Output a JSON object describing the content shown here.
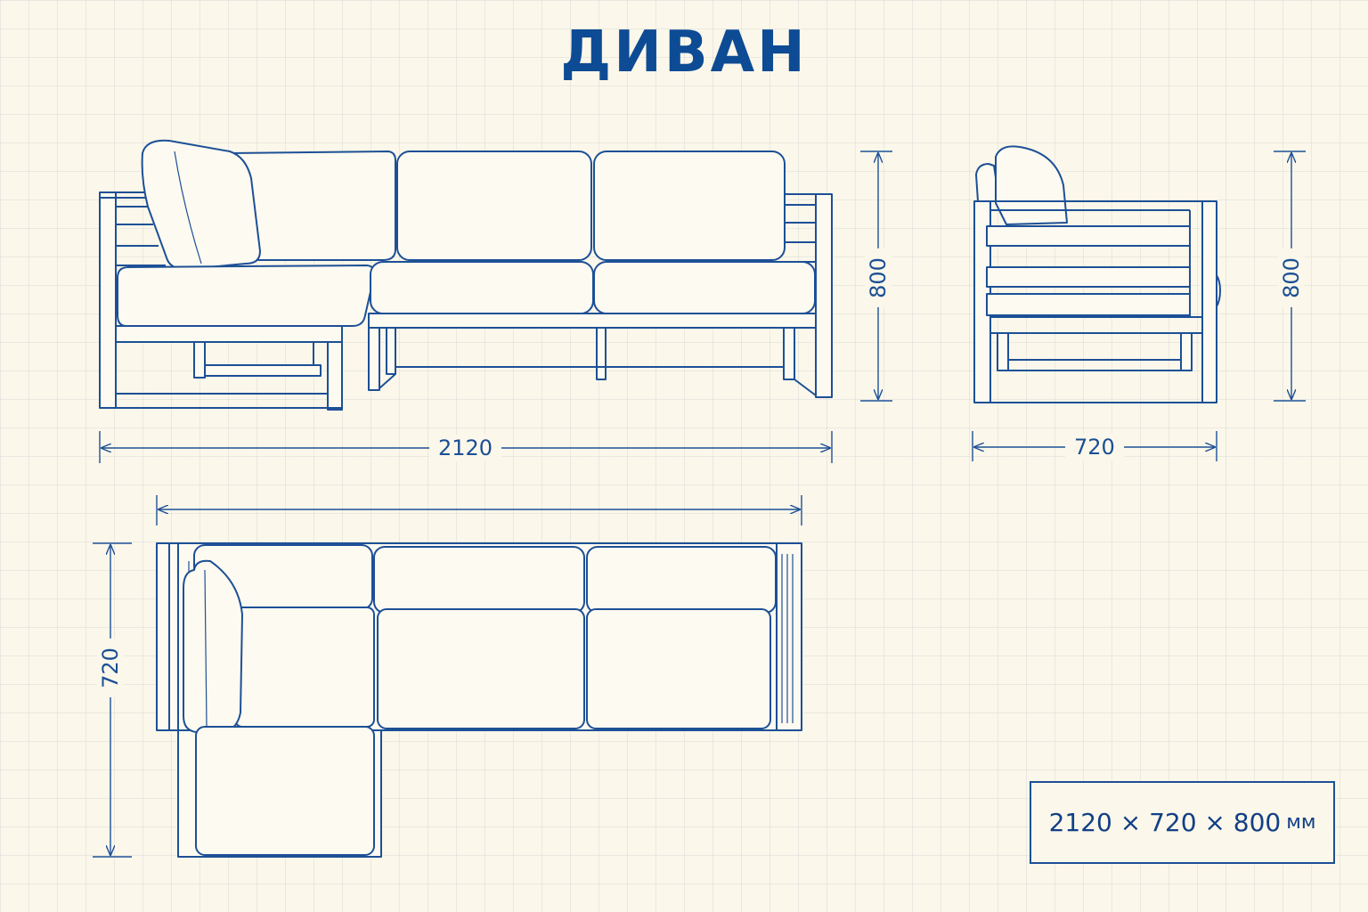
{
  "title": "ДИВАН",
  "dimensions": {
    "front_width": "2120",
    "front_height": "800",
    "side_depth": "720",
    "side_height": "800",
    "top_depth": "720"
  },
  "summary": {
    "values": "2120 × 720 × 800",
    "unit": "мм"
  },
  "colors": {
    "ink": "#1d5096",
    "title": "#0d4b94",
    "paper": "#fbf7ea",
    "grid": "#c9d0dc"
  }
}
